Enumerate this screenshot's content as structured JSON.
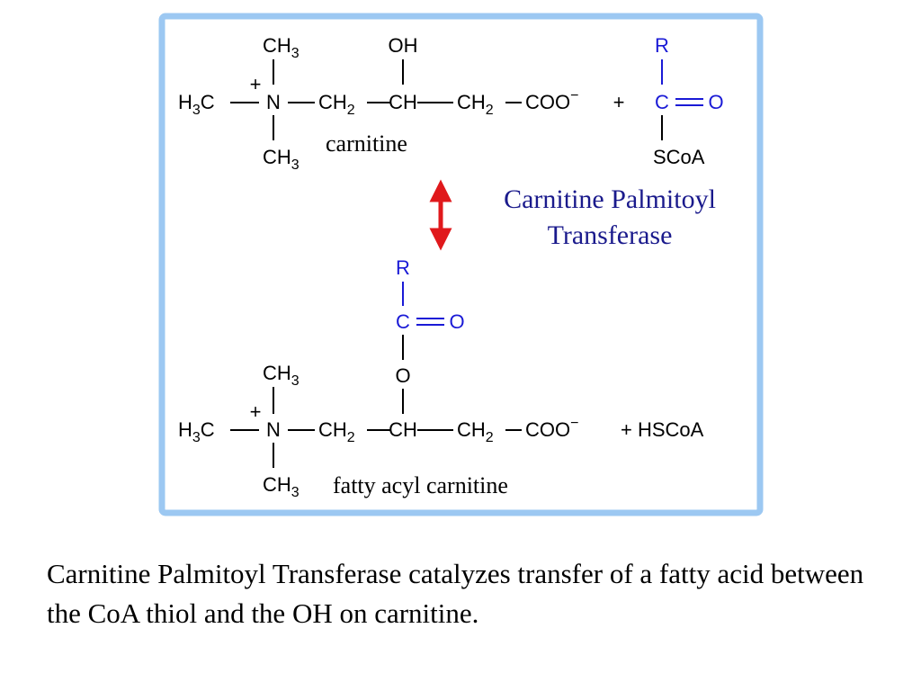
{
  "scheme": {
    "frame_color": "#9cc8f2",
    "reactant": {
      "top_methyl": [
        "CH",
        "3"
      ],
      "hydroxyl": "OH",
      "left_methyl": [
        "H",
        "3",
        "C"
      ],
      "charge": "+",
      "nitrogen": "N",
      "ch2_a": [
        "CH",
        "2"
      ],
      "ch": "CH",
      "ch2_b": [
        "CH",
        "2"
      ],
      "carboxylate": [
        "COO",
        "−"
      ],
      "bottom_methyl": [
        "CH",
        "3"
      ],
      "name": "carnitine"
    },
    "plus": "+",
    "acyl_coa": {
      "r": "R",
      "carbon": "C",
      "oxygen": "O",
      "thio": "SCoA"
    },
    "enzyme": {
      "line1": "Carnitine Palmitoyl",
      "line2": "Transferase"
    },
    "arrow_color": "#e0191c",
    "product": {
      "acyl": {
        "r": "R",
        "carbon": "C",
        "oxygen": "O",
        "ester_oxygen": "O"
      },
      "top_methyl": [
        "CH",
        "3"
      ],
      "left_methyl": [
        "H",
        "3",
        "C"
      ],
      "charge": "+",
      "nitrogen": "N",
      "ch2_a": [
        "CH",
        "2"
      ],
      "ch": "CH",
      "ch2_b": [
        "CH",
        "2"
      ],
      "carboxylate": [
        "COO",
        "−"
      ],
      "coproduct": "+ HSCoA",
      "bottom_methyl": [
        "CH",
        "3"
      ],
      "name": "fatty acyl carnitine"
    }
  },
  "caption": "Carnitine Palmitoyl Transferase catalyzes transfer of a fatty acid between the CoA thiol and the OH on carnitine."
}
